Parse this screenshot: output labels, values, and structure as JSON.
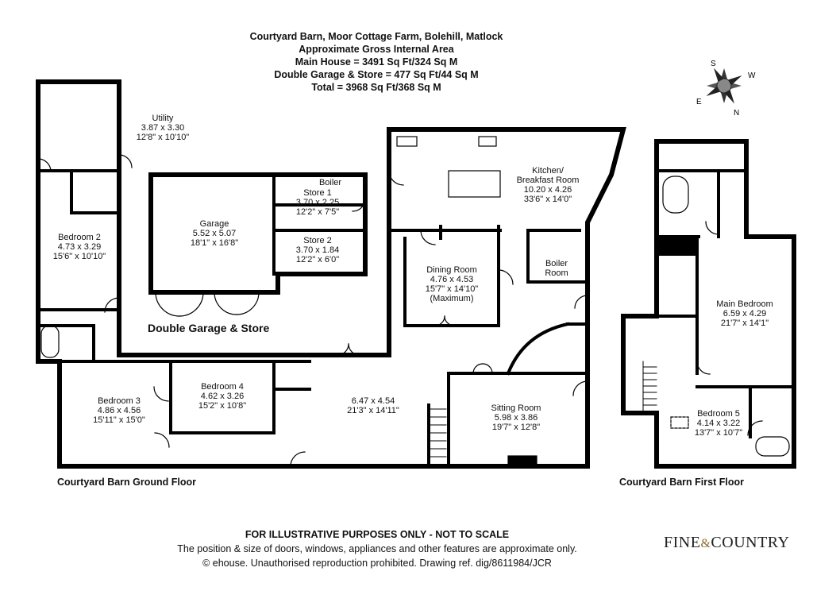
{
  "header": {
    "line1": "Courtyard Barn, Moor Cottage Farm, Bolehill, Matlock",
    "line2": "Approximate Gross Internal Area",
    "line3": "Main House = 3491 Sq Ft/324 Sq M",
    "line4": "Double Garage & Store = 477 Sq Ft/44 Sq M",
    "line5": "Total = 3968 Sq Ft/368 Sq M"
  },
  "compass": {
    "s": "S",
    "w": "W",
    "e": "E",
    "n": "N"
  },
  "rooms": {
    "utility": {
      "name": "Utility",
      "metric": "3.87 x 3.30",
      "imperial": "12'8\" x 10'10\""
    },
    "bedroom2": {
      "name": "Bedroom 2",
      "metric": "4.73 x 3.29",
      "imperial": "15'6\" x 10'10\""
    },
    "garage": {
      "name": "Garage",
      "metric": "5.52 x 5.07",
      "imperial": "18'1\" x 16'8\""
    },
    "boiler1": {
      "name": "Boiler"
    },
    "store1": {
      "name": "Store 1",
      "metric": "3.70 x 2.25",
      "imperial": "12'2\" x 7'5\""
    },
    "store2": {
      "name": "Store 2",
      "metric": "3.70 x 1.84",
      "imperial": "12'2\" x 6'0\""
    },
    "kitchen": {
      "name": "Kitchen/",
      "name2": "Breakfast Room",
      "metric": "10.20 x 4.26",
      "imperial": "33'6\" x 14'0\""
    },
    "dining": {
      "name": "Dining Room",
      "metric": "4.76 x 4.53",
      "imperial": "15'7\" x 14'10\"",
      "extra": "(Maximum)"
    },
    "boiler2": {
      "name": "Boiler",
      "name2": "Room"
    },
    "bedroom3": {
      "name": "Bedroom 3",
      "metric": "4.86 x 4.56",
      "imperial": "15'11\" x 15'0\""
    },
    "bedroom4": {
      "name": "Bedroom 4",
      "metric": "4.62 x 3.26",
      "imperial": "15'2\" x 10'8\""
    },
    "hall": {
      "metric": "6.47 x 4.54",
      "imperial": "21'3\" x 14'11\""
    },
    "sitting": {
      "name": "Sitting Room",
      "metric": "5.98 x 3.86",
      "imperial": "19'7\" x 12'8\""
    },
    "mainbed": {
      "name": "Main Bedroom",
      "metric": "6.59 x 4.29",
      "imperial": "21'7\" x 14'1\""
    },
    "bedroom5": {
      "name": "Bedroom 5",
      "metric": "4.14 x 3.22",
      "imperial": "13'7\" x 10'7\""
    }
  },
  "labels": {
    "double_garage": "Double Garage & Store",
    "ground_floor": "Courtyard Barn Ground Floor",
    "first_floor": "Courtyard Barn First Floor"
  },
  "disclaimer": {
    "title": "FOR ILLUSTRATIVE PURPOSES ONLY - NOT TO SCALE",
    "line2": "The position & size of doors, windows, appliances and other features are approximate only.",
    "line3": "© ehouse. Unauthorised reproduction prohibited. Drawing ref. dig/8611984/JCR"
  },
  "brand": {
    "part1": "FINE",
    "amp": "&",
    "part2": "COUNTRY"
  }
}
